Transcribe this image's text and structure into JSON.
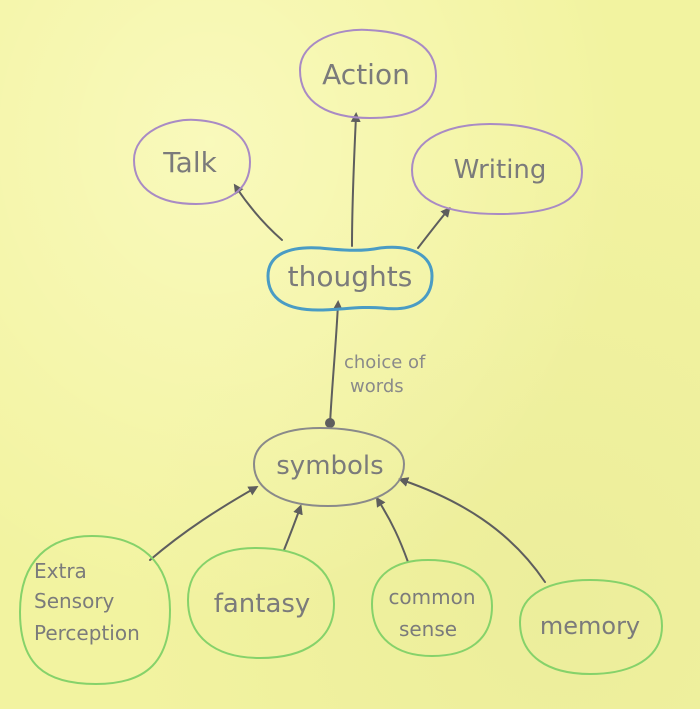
{
  "diagram": {
    "nodes": {
      "action": {
        "label": "Action"
      },
      "talk": {
        "label": "Talk"
      },
      "writing": {
        "label": "Writing"
      },
      "thoughts": {
        "label": "thoughts"
      },
      "symbols": {
        "label": "symbols"
      },
      "esp": {
        "lines": [
          "Extra",
          "Sensory",
          "Perception"
        ]
      },
      "fantasy": {
        "label": "fantasy"
      },
      "common_sense": {
        "lines": [
          "common",
          "sense"
        ]
      },
      "memory": {
        "label": "memory"
      }
    },
    "edges": {
      "symbols_thoughts_label": [
        "choice of",
        "words"
      ]
    },
    "colors": {
      "top_outline": "#a98bc4",
      "thoughts_outline": "#4a9cc4",
      "symbols_outline": "#8a8a8a",
      "bottom_outline": "#86d26a",
      "arrow": "#5e5e5e",
      "paper": "#f2f3a0"
    }
  }
}
